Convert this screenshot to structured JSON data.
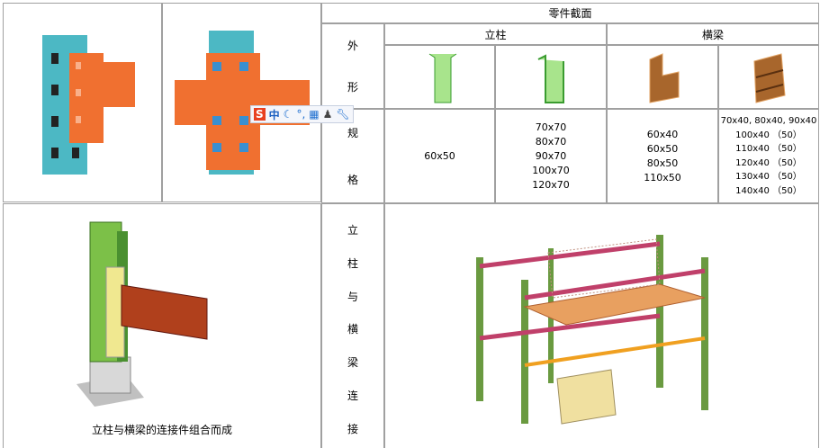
{
  "table": {
    "header": "零件截面",
    "upright": "立柱",
    "beam": "横梁",
    "shape_label": [
      "外",
      "形"
    ],
    "spec_label": [
      "规",
      "格"
    ],
    "connect_label": [
      "立",
      "柱",
      "与",
      "横",
      "梁",
      "连",
      "接"
    ],
    "upright_specs": [
      [
        "60x50"
      ],
      [
        "70x70",
        "80x70",
        "90x70",
        "100x70",
        "120x70"
      ]
    ],
    "beam_specs": [
      [
        "60x40",
        "60x50",
        "80x50",
        "110x50"
      ],
      [
        "70x40, 80x40, 90x40",
        "100x40 （50）",
        "110x40 （50）",
        "120x40 （50）",
        "130x40 （50）",
        "140x40 （50）"
      ]
    ],
    "caption": "立柱与横梁的连接件组合而成"
  },
  "ime_toolbar": {
    "logo": "S",
    "mode": "中",
    "icons": [
      "moon-icon",
      "punctuation-icon",
      "keyboard-icon",
      "user-icon",
      "wrench-icon"
    ]
  },
  "colors": {
    "upright_green": "#8fd27a",
    "beam_brown": "#a8662c",
    "orange": "#f07030",
    "teal": "#4cb8c4"
  }
}
